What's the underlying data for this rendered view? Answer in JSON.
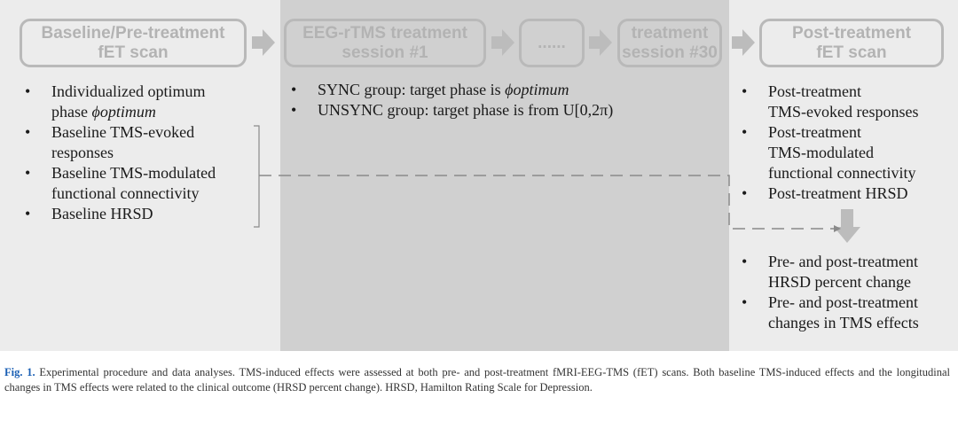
{
  "stages": {
    "baseline": [
      "Baseline/Pre-treatment",
      "fET scan"
    ],
    "session1": [
      "EEG-rTMS treatment",
      "session #1"
    ],
    "ellipsis": "......",
    "session30": [
      "treatment",
      "session #30"
    ],
    "post": [
      "Post-treatment",
      "fET scan"
    ]
  },
  "baseline_list": {
    "item1_line1": "Individualized optimum",
    "item1_line2_prefix": "phase ",
    "phi_symbol": "ϕ",
    "phi_subscript": "optimum",
    "items": [
      [
        "Baseline TMS-evoked",
        "responses"
      ],
      [
        "Baseline TMS-modulated",
        "functional connectivity"
      ],
      [
        "Baseline HRSD"
      ]
    ]
  },
  "treatment_list": {
    "sync_prefix": "SYNC group: target phase is ",
    "phi_symbol": "ϕ",
    "phi_subscript": "optimum",
    "unsync": "UNSYNC group: target phase is from U[0,2π)"
  },
  "post_list": [
    [
      "Post-treatment",
      "TMS-evoked responses"
    ],
    [
      "Post-treatment",
      "TMS-modulated",
      "functional connectivity"
    ],
    [
      "Post-treatment HRSD"
    ]
  ],
  "outcome_list": [
    [
      "Pre- and post-treatment",
      "HRSD percent change"
    ],
    [
      "Pre- and post-treatment",
      "changes in TMS effects"
    ]
  ],
  "caption": {
    "label": "Fig. 1.",
    "text": "Experimental procedure and data analyses. TMS-induced effects were assessed at both pre- and post-treatment fMRI-EEG-TMS (fET) scans. Both baseline TMS-induced effects and the longitudinal changes in TMS effects were related to the clinical outcome (HRSD percent change). HRSD, Hamilton Rating Scale for Depression."
  }
}
